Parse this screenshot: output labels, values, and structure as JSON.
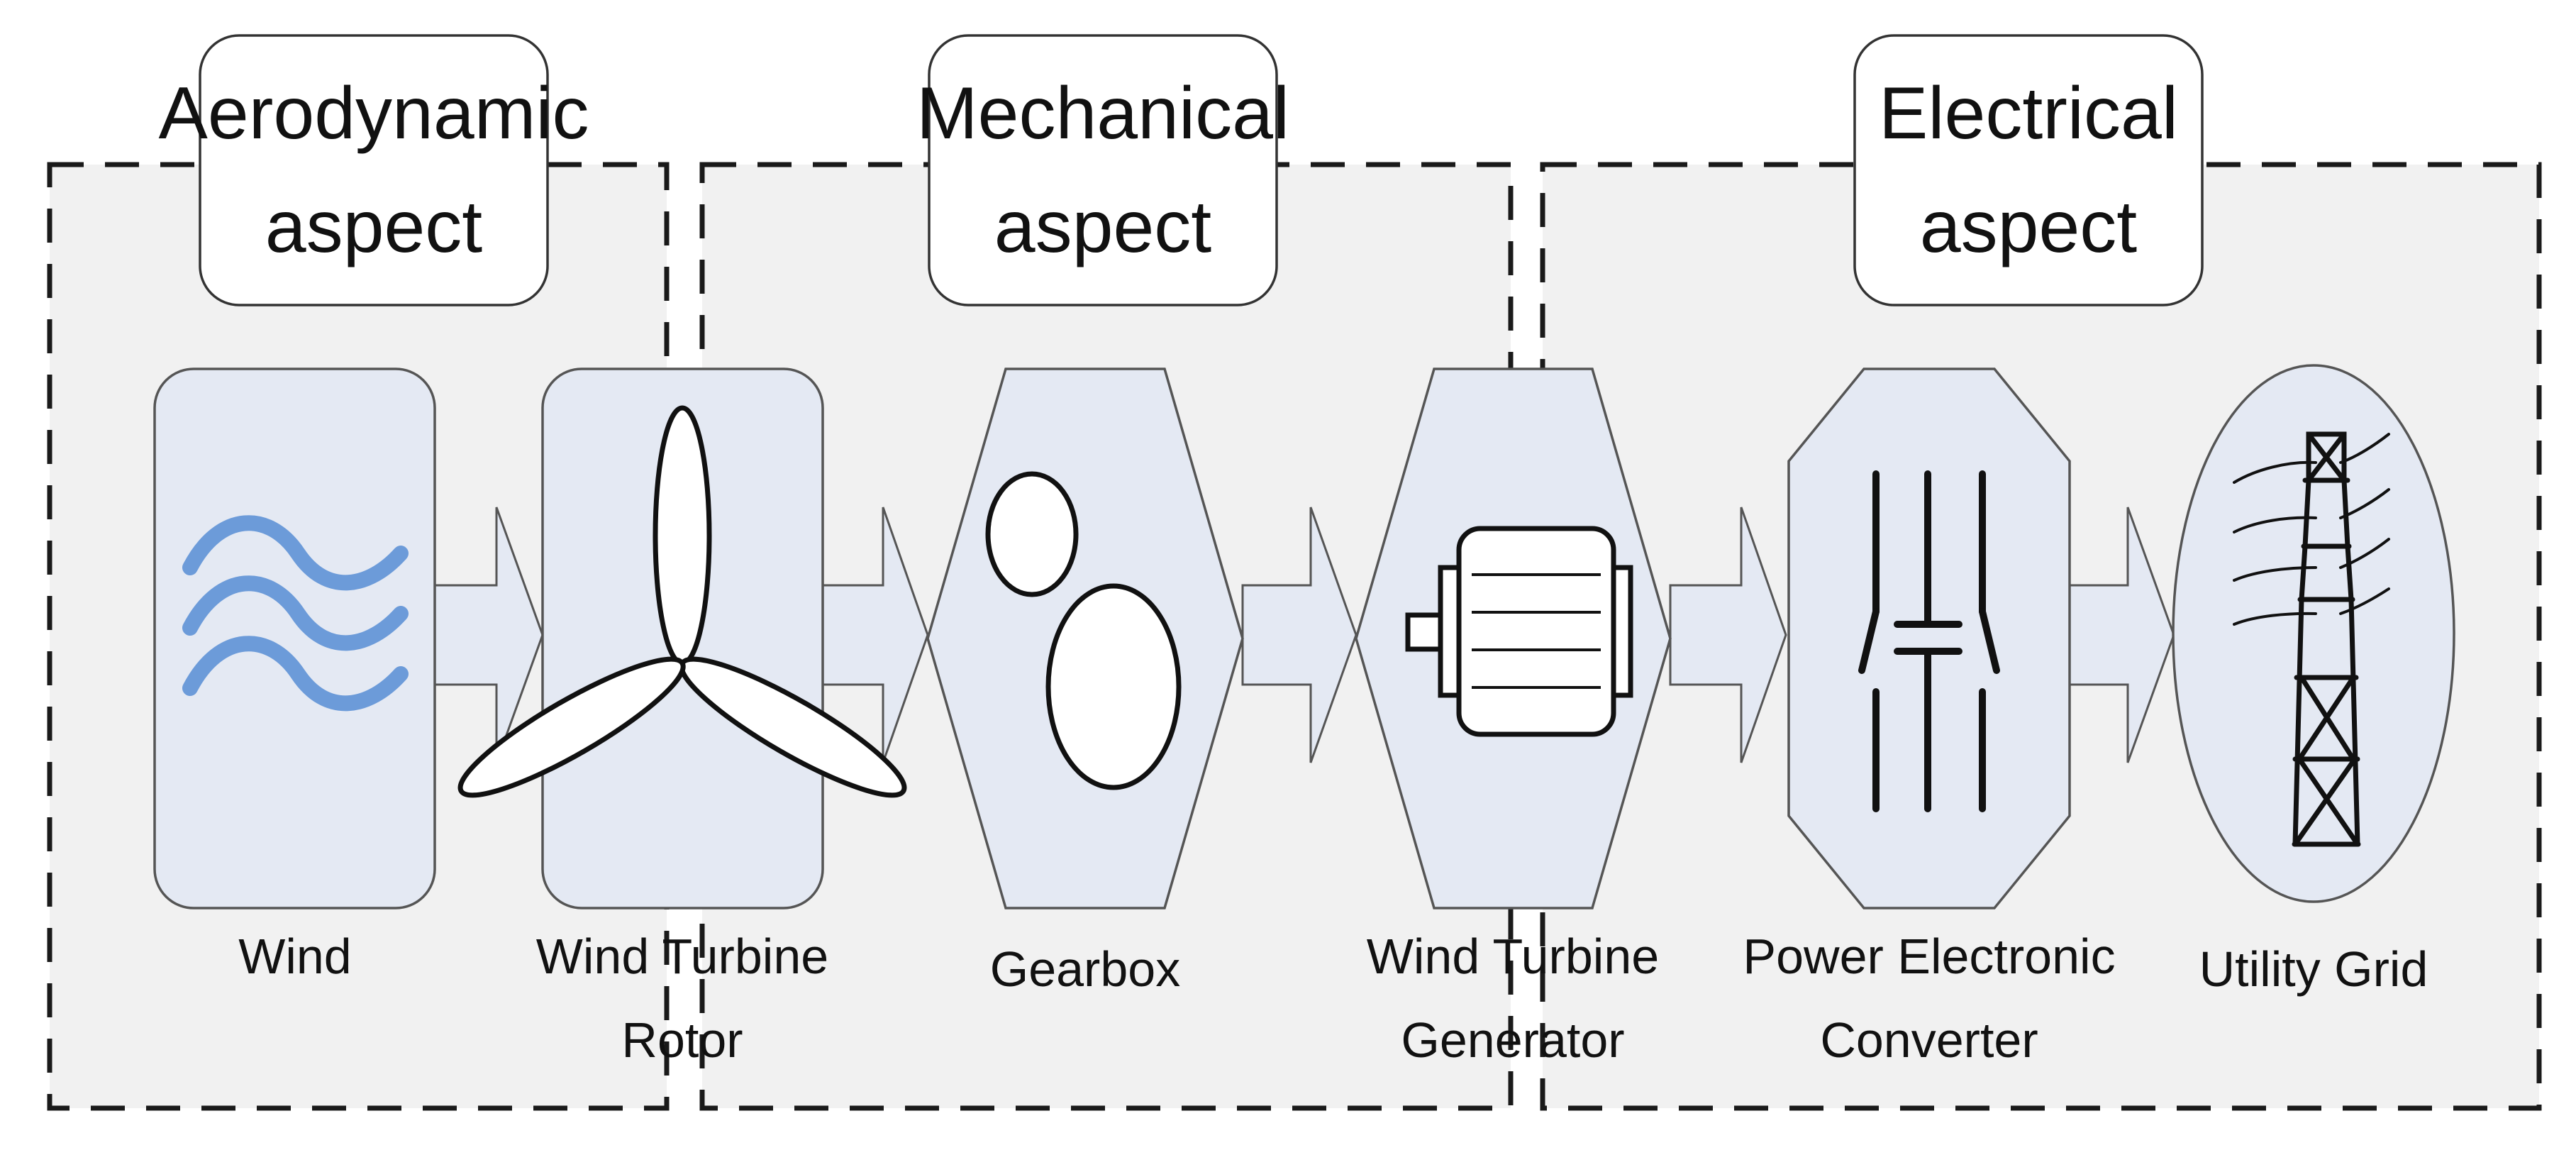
{
  "aspects": {
    "aerodynamic": {
      "line1": "Aerodynamic",
      "line2": "aspect"
    },
    "mechanical": {
      "line1": "Mechanical",
      "line2": "aspect"
    },
    "electrical": {
      "line1": "Electrical",
      "line2": "aspect"
    }
  },
  "components": {
    "wind": {
      "line1": "Wind",
      "icon": "wind-waves-icon"
    },
    "rotor": {
      "line1": "Wind Turbine",
      "line2": "Rotor",
      "icon": "turbine-rotor-icon"
    },
    "gearbox": {
      "line1": "Gearbox",
      "icon": "gears-icon"
    },
    "generator": {
      "line1": "Wind Turbine",
      "line2": "Generator",
      "icon": "generator-icon"
    },
    "converter": {
      "line1": "Power Electronic",
      "line2": "Converter",
      "icon": "converter-icon"
    },
    "grid": {
      "line1": "Utility Grid",
      "icon": "transmission-tower-icon"
    }
  },
  "colors": {
    "region_fill": "#f1f1f1",
    "component_fill": "#e4e9f3",
    "wind_waves": "#6c9bd9",
    "dashed_border": "#1a1a1a"
  }
}
